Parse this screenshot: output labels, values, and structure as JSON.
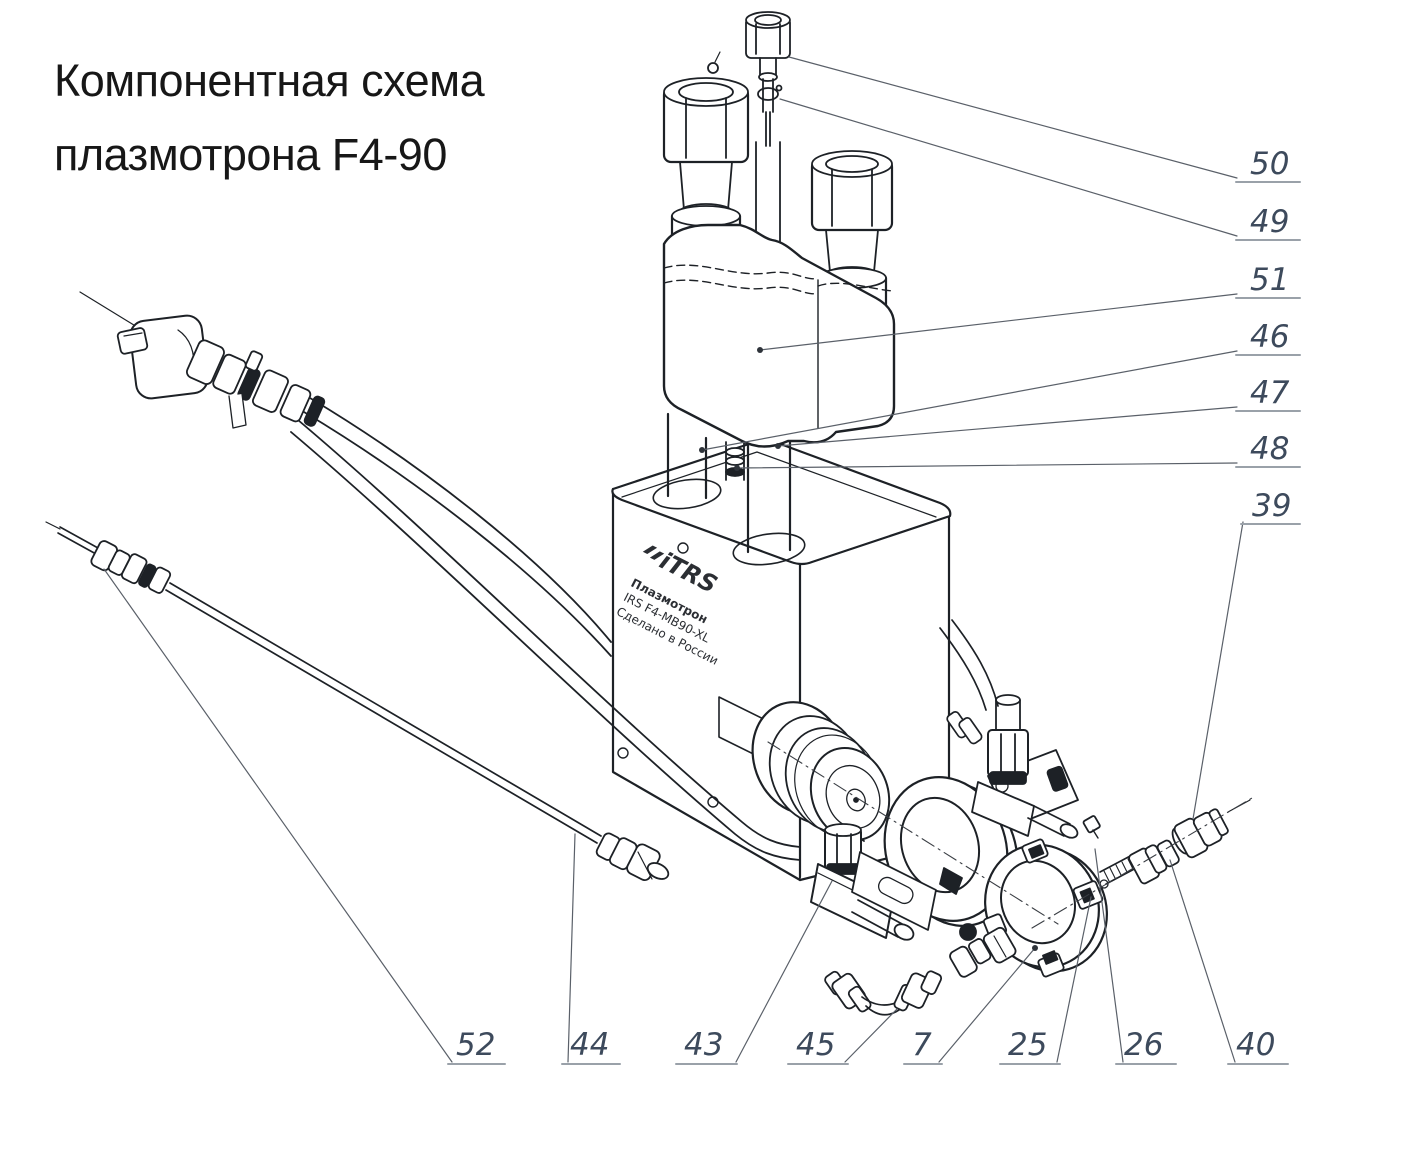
{
  "title": {
    "line1": "Компонентная схема",
    "line2": "плазмотрона F4-90"
  },
  "device_label": {
    "logo": "iTRS",
    "line1": "Плазмотрон",
    "line2": "IRS F4-MB90-XL",
    "line3": "Сделано в России"
  },
  "colors": {
    "ink": "#1d2126",
    "label": "#3d4a5c",
    "leader": "#5a6069",
    "underline": "#9aa1a9",
    "background": "#ffffff"
  },
  "callouts": [
    {
      "id": "50",
      "text": [
        1250,
        174
      ],
      "underline": [
        1236,
        182,
        1300
      ],
      "leader": [
        1237,
        178,
        789,
        57
      ],
      "dot": null
    },
    {
      "id": "49",
      "text": [
        1250,
        232
      ],
      "underline": [
        1236,
        240,
        1300
      ],
      "leader": [
        1237,
        236,
        780,
        99
      ],
      "dot": null
    },
    {
      "id": "51",
      "text": [
        1250,
        290
      ],
      "underline": [
        1236,
        298,
        1300
      ],
      "leader": [
        1237,
        294,
        760,
        350
      ],
      "dot": [
        760,
        350
      ]
    },
    {
      "id": "46",
      "text": [
        1250,
        347
      ],
      "underline": [
        1236,
        355,
        1300
      ],
      "leader": [
        1237,
        351,
        702,
        450
      ],
      "dot": [
        702,
        450
      ]
    },
    {
      "id": "47",
      "text": [
        1250,
        403
      ],
      "underline": [
        1236,
        411,
        1300
      ],
      "leader": [
        1237,
        407,
        778,
        446
      ],
      "dot": [
        778,
        446
      ]
    },
    {
      "id": "48",
      "text": [
        1250,
        459
      ],
      "underline": [
        1236,
        467,
        1300
      ],
      "leader": [
        1237,
        463,
        737,
        468
      ],
      "dot": [
        737,
        468
      ]
    },
    {
      "id": "39",
      "text": [
        1252,
        516
      ],
      "underline": [
        1241,
        524,
        1300
      ],
      "leader": [
        1243,
        522,
        1193,
        819
      ],
      "dot": null
    },
    {
      "id": "52",
      "text": [
        456,
        1055
      ],
      "underline": [
        448,
        1064,
        505
      ],
      "leader": [
        452,
        1062,
        104,
        569
      ],
      "dot": null
    },
    {
      "id": "44",
      "text": [
        570,
        1055
      ],
      "underline": [
        562,
        1064,
        620
      ],
      "leader": [
        568,
        1062,
        575,
        834
      ],
      "dot": null
    },
    {
      "id": "43",
      "text": [
        684,
        1055
      ],
      "underline": [
        676,
        1064,
        737
      ],
      "leader": [
        736,
        1062,
        832,
        881
      ],
      "dot": null
    },
    {
      "id": "45",
      "text": [
        796,
        1055
      ],
      "underline": [
        788,
        1064,
        848
      ],
      "leader": [
        845,
        1062,
        897,
        1009
      ],
      "dot": null
    },
    {
      "id": "7",
      "text": [
        912,
        1055
      ],
      "underline": [
        904,
        1064,
        942
      ],
      "leader": [
        939,
        1062,
        1035,
        948
      ],
      "dot": [
        1035,
        948
      ]
    },
    {
      "id": "25",
      "text": [
        1008,
        1055
      ],
      "underline": [
        1000,
        1064,
        1060
      ],
      "leader": [
        1057,
        1062,
        1091,
        897
      ],
      "dot": null
    },
    {
      "id": "26",
      "text": [
        1124,
        1055
      ],
      "underline": [
        1116,
        1064,
        1176
      ],
      "leader": [
        1123,
        1062,
        1095,
        849
      ],
      "dot": null
    },
    {
      "id": "40",
      "text": [
        1236,
        1055
      ],
      "underline": [
        1228,
        1064,
        1288
      ],
      "leader": [
        1235,
        1062,
        1170,
        860
      ],
      "dot": null
    }
  ]
}
